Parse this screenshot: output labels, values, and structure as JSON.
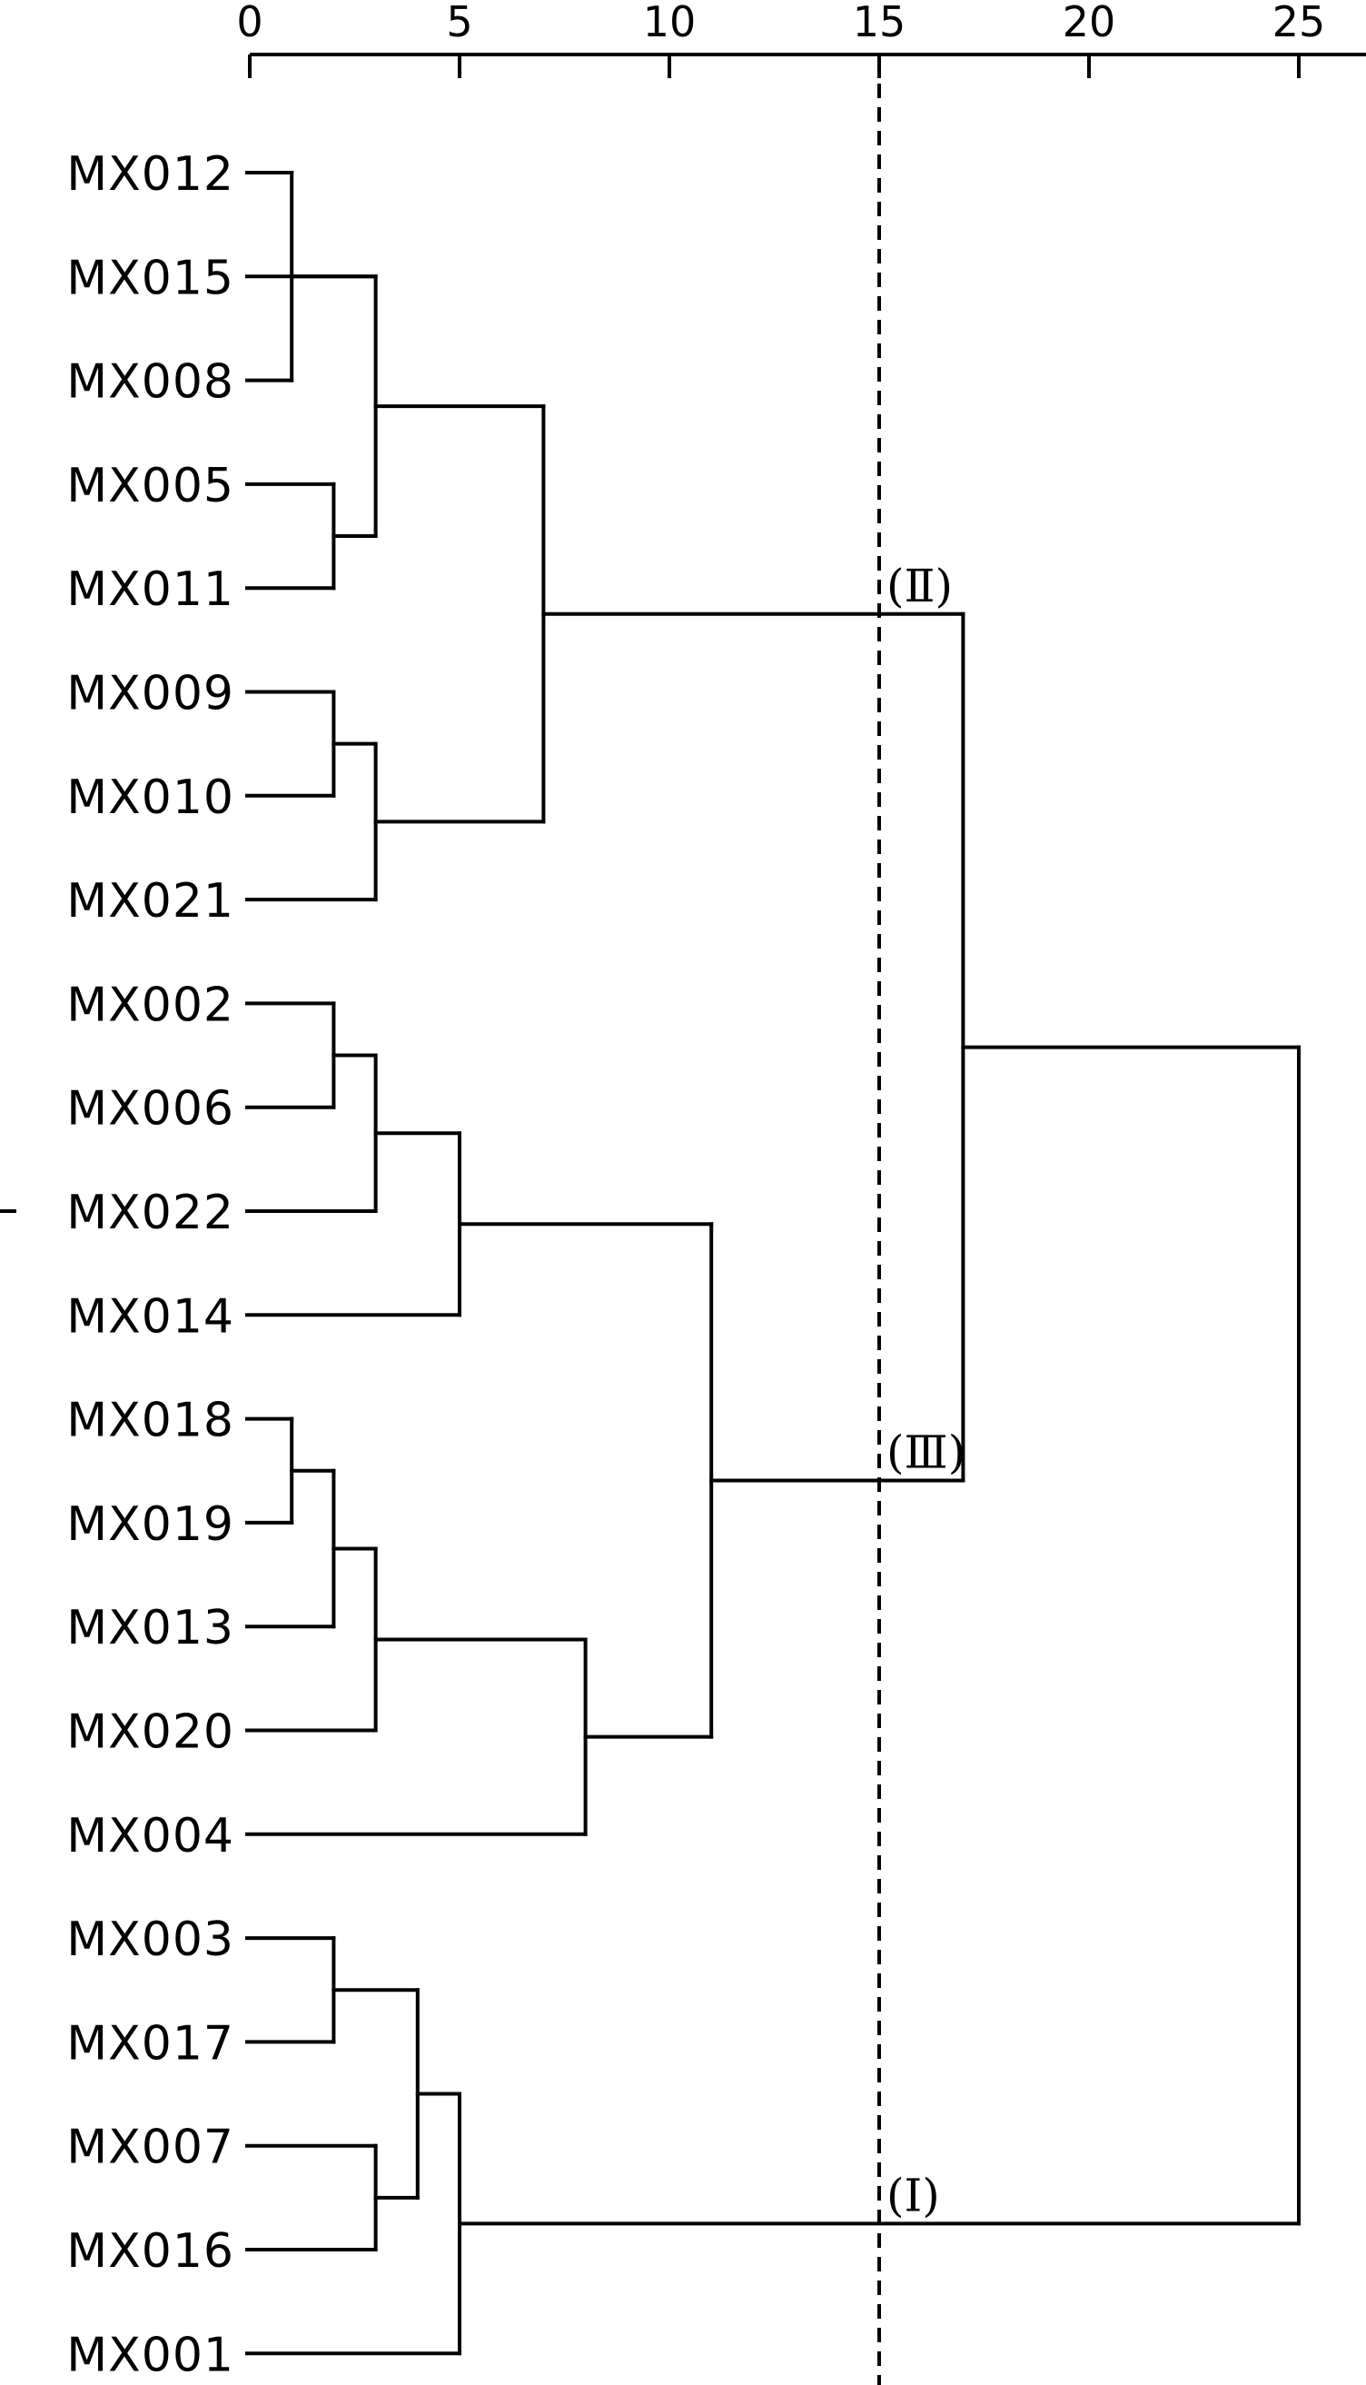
{
  "chart_data": {
    "type": "dendrogram",
    "orientation": "horizontal",
    "x_axis": {
      "ticks": [
        0,
        5,
        10,
        15,
        20,
        25
      ],
      "tick_labels": [
        "0",
        "5",
        "10",
        "15",
        "20",
        "25"
      ],
      "range": [
        0,
        26
      ]
    },
    "leaves": [
      "MX012",
      "MX015",
      "MX008",
      "MX005",
      "MX011",
      "MX009",
      "MX010",
      "MX021",
      "MX002",
      "MX006",
      "MX022",
      "MX014",
      "MX018",
      "MX019",
      "MX013",
      "MX020",
      "MX004",
      "MX003",
      "MX017",
      "MX007",
      "MX016",
      "MX001"
    ],
    "merges": [
      {
        "id": "a",
        "children": [
          "MX012",
          "MX008"
        ],
        "height": 1
      },
      {
        "id": "b",
        "children": [
          "MX005",
          "MX011"
        ],
        "height": 2
      },
      {
        "id": "c",
        "children": [
          "MX015",
          "a",
          "b"
        ],
        "height": 3
      },
      {
        "id": "d",
        "children": [
          "MX009",
          "MX010"
        ],
        "height": 2
      },
      {
        "id": "e",
        "children": [
          "d",
          "MX021"
        ],
        "height": 3
      },
      {
        "id": "f",
        "children": [
          "c",
          "e"
        ],
        "height": 7
      },
      {
        "id": "g",
        "children": [
          "MX002",
          "MX006"
        ],
        "height": 2
      },
      {
        "id": "h",
        "children": [
          "g",
          "MX022"
        ],
        "height": 3
      },
      {
        "id": "i",
        "children": [
          "h",
          "MX014"
        ],
        "height": 5
      },
      {
        "id": "j",
        "children": [
          "MX018",
          "MX019"
        ],
        "height": 1
      },
      {
        "id": "k",
        "children": [
          "j",
          "MX013"
        ],
        "height": 2
      },
      {
        "id": "l",
        "children": [
          "k",
          "MX020"
        ],
        "height": 3
      },
      {
        "id": "m",
        "children": [
          "l",
          "MX004"
        ],
        "height": 8
      },
      {
        "id": "n",
        "children": [
          "i",
          "m"
        ],
        "height": 11
      },
      {
        "id": "o",
        "children": [
          "f",
          "n"
        ],
        "height": 17
      },
      {
        "id": "p",
        "children": [
          "MX003",
          "MX017"
        ],
        "height": 2
      },
      {
        "id": "q",
        "children": [
          "MX007",
          "MX016"
        ],
        "height": 3
      },
      {
        "id": "r",
        "children": [
          "p",
          "q"
        ],
        "height": 4
      },
      {
        "id": "s",
        "children": [
          "r",
          "MX001"
        ],
        "height": 5
      },
      {
        "id": "t",
        "children": [
          "o",
          "s"
        ],
        "height": 25
      }
    ],
    "cut_line": 15,
    "clusters": [
      {
        "label": "(Ⅱ)",
        "node": "f"
      },
      {
        "label": "(Ⅲ)",
        "node": "n"
      },
      {
        "label": "(Ⅰ)",
        "node": "s"
      }
    ]
  }
}
